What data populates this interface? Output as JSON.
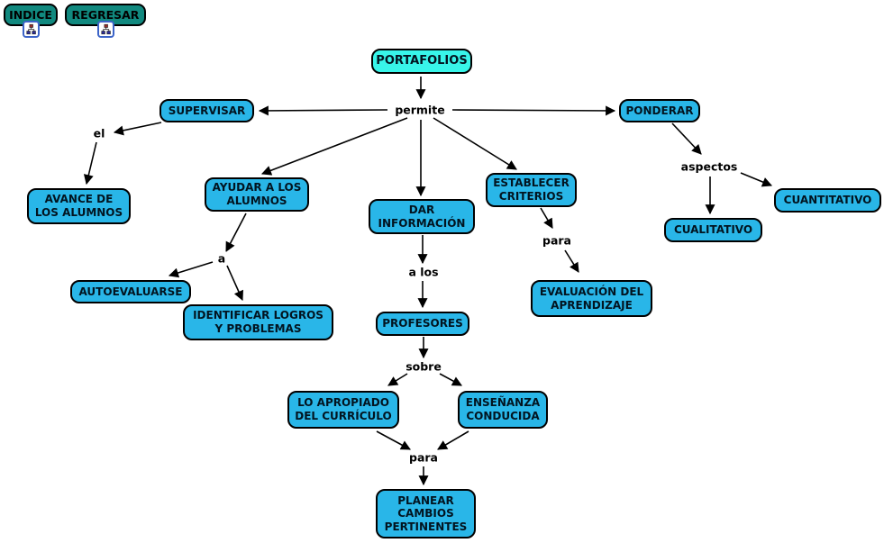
{
  "title": "Mapa conceptual: Portafolios",
  "toolbar": {
    "indice_label": "INDICE",
    "regresar_label": "REGRESAR",
    "icon_name": "sitemap-icon"
  },
  "colors": {
    "root_fill": "#38F5E9",
    "node_fill": "#29B6E8",
    "button_fill": "#11897F",
    "line": "#000000"
  },
  "nodes": {
    "portafolios": {
      "label": "PORTAFOLIOS"
    },
    "supervisar": {
      "label": "SUPERVISAR"
    },
    "ponderar": {
      "label": "PONDERAR"
    },
    "avance": {
      "label": "AVANCE DE\nLOS ALUMNOS"
    },
    "ayudar": {
      "label": "AYUDAR A LOS\nALUMNOS"
    },
    "autoevaluarse": {
      "label": "AUTOEVALUARSE"
    },
    "identificar": {
      "label": "IDENTIFICAR LOGROS\nY PROBLEMAS"
    },
    "dar_informacion": {
      "label": "DAR\nINFORMACIÓN"
    },
    "profesores": {
      "label": "PROFESORES"
    },
    "establecer": {
      "label": "ESTABLECER\nCRITERIOS"
    },
    "evaluacion": {
      "label": "EVALUACIÓN DEL\nAPRENDIZAJE"
    },
    "cualitativo": {
      "label": "CUALITATIVO"
    },
    "cuantitativo": {
      "label": "CUANTITATIVO"
    },
    "lo_apropiado": {
      "label": "LO APROPIADO\nDEL CURRÍCULO"
    },
    "ensenanza": {
      "label": "ENSEÑANZA\nCONDUCIDA"
    },
    "planear": {
      "label": "PLANEAR\nCAMBIOS\nPERTINENTES"
    }
  },
  "link_labels": {
    "permite": "permite",
    "el": "el",
    "a": "a",
    "a_los": "a los",
    "sobre": "sobre",
    "para_plan": "para",
    "para_eval": "para",
    "aspectos": "aspectos"
  },
  "edges": [
    {
      "from": "PORTAFOLIOS",
      "via": "permite",
      "to": "SUPERVISAR"
    },
    {
      "from": "PORTAFOLIOS",
      "via": "permite",
      "to": "AYUDAR A LOS ALUMNOS"
    },
    {
      "from": "PORTAFOLIOS",
      "via": "permite",
      "to": "DAR INFORMACIÓN"
    },
    {
      "from": "PORTAFOLIOS",
      "via": "permite",
      "to": "ESTABLECER CRITERIOS"
    },
    {
      "from": "PORTAFOLIOS",
      "via": "permite",
      "to": "PONDERAR"
    },
    {
      "from": "SUPERVISAR",
      "via": "el",
      "to": "AVANCE DE LOS ALUMNOS"
    },
    {
      "from": "AYUDAR A LOS ALUMNOS",
      "via": "a",
      "to": "AUTOEVALUARSE"
    },
    {
      "from": "AYUDAR A LOS ALUMNOS",
      "via": "a",
      "to": "IDENTIFICAR LOGROS Y PROBLEMAS"
    },
    {
      "from": "DAR INFORMACIÓN",
      "via": "a los",
      "to": "PROFESORES"
    },
    {
      "from": "PROFESORES",
      "via": "sobre",
      "to": "LO APROPIADO DEL CURRÍCULO"
    },
    {
      "from": "PROFESORES",
      "via": "sobre",
      "to": "ENSEÑANZA CONDUCIDA"
    },
    {
      "from": "LO APROPIADO DEL CURRÍCULO",
      "via": "para",
      "to": "PLANEAR CAMBIOS PERTINENTES"
    },
    {
      "from": "ENSEÑANZA CONDUCIDA",
      "via": "para",
      "to": "PLANEAR CAMBIOS PERTINENTES"
    },
    {
      "from": "ESTABLECER CRITERIOS",
      "via": "para",
      "to": "EVALUACIÓN DEL APRENDIZAJE"
    },
    {
      "from": "PONDERAR",
      "via": "aspectos",
      "to": "CUALITATIVO"
    },
    {
      "from": "PONDERAR",
      "via": "aspectos",
      "to": "CUANTITATIVO"
    }
  ]
}
